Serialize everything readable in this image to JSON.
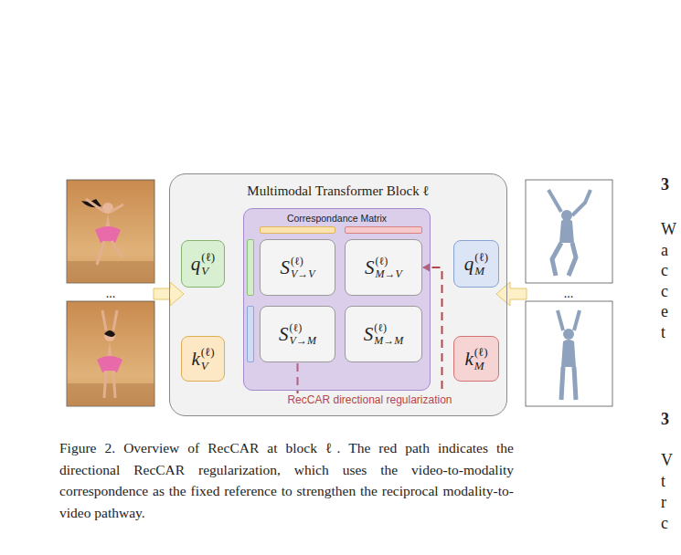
{
  "diagram": {
    "caption": "Figure 2. Overview of RecCAR at block ℓ. The red path indicates the directional RecCAR regularization, which uses the video-to-modality correspondence as the fixed reference to strengthen the reciprocal modality-to-video pathway.",
    "nodes": [
      {
        "text": [
          "Multimodal Transformer Block ℓ"
        ]
      },
      {
        "text": [
          "q",
          "(ℓ)",
          "V"
        ],
        "in": 0
      },
      {
        "text": [
          "k",
          "(ℓ)",
          "V"
        ],
        "in": 0
      },
      {
        "text": [
          "Correspondance Matrix"
        ],
        "in": 0
      },
      {
        "text": [
          "S",
          "(ℓ)",
          "V→V"
        ],
        "in": 3
      },
      {
        "text": [
          "S",
          "(ℓ)",
          "M→V"
        ],
        "in": 3
      },
      {
        "text": [
          "S",
          "(ℓ)",
          "V→M"
        ],
        "in": 3
      },
      {
        "text": [
          "S",
          "(ℓ)",
          "M→M"
        ],
        "in": 3
      },
      {
        "text": [
          "q",
          "(ℓ)",
          "M"
        ],
        "in": 0
      },
      {
        "text": [
          "k",
          "(ℓ)",
          "M"
        ],
        "in": 0
      }
    ],
    "edges": [
      {
        "from": 6,
        "to": 5,
        "arrow": "to",
        "label": "RecCAR directional regularization"
      }
    ],
    "labels": [
      "...",
      "...",
      "3",
      "W",
      "a",
      "c",
      "c",
      "e",
      "t",
      "3",
      "V",
      "t",
      "r",
      "c"
    ]
  }
}
